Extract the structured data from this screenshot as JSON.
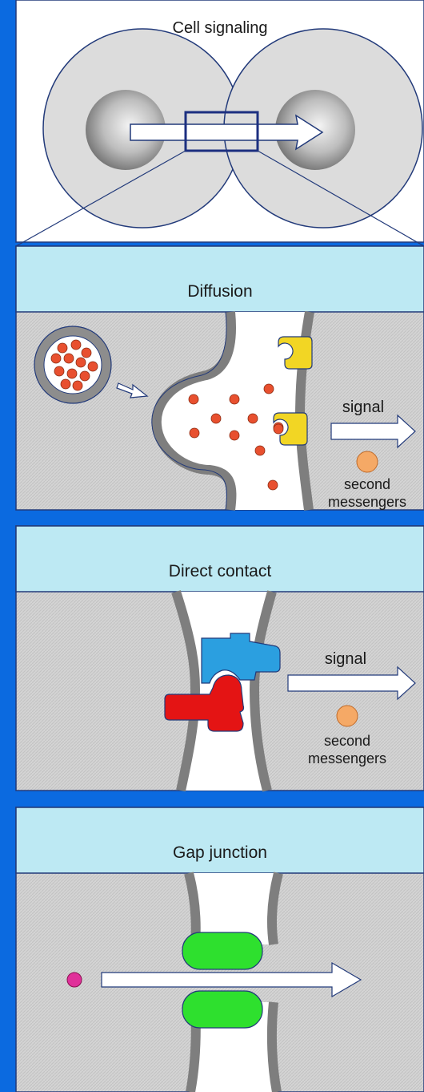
{
  "colors": {
    "page_background": "#0b6ae0",
    "panel_fill": "#d6d6d6",
    "header_band": "#bde9f3",
    "outline": "#223a7a",
    "membrane": "#8c8c8c",
    "vesicle_dot": "#e8502f",
    "receptor_yellow": "#f2d624",
    "signal_molecule": "#f5a966",
    "blue_receptor": "#2b9fe0",
    "red_ligand": "#e41414",
    "gap_connexon": "#2ee02e",
    "ion": "#e0309a"
  },
  "icons": {
    "signal_arrow": "hollow-right-arrow-icon",
    "release_arrow": "small-hollow-arrow-icon"
  },
  "panels": {
    "overview": {
      "title": "Cell signaling"
    },
    "diffusion": {
      "title": "Diffusion",
      "signal_label": "signal",
      "messenger_line1": "second",
      "messenger_line2": "messengers"
    },
    "direct": {
      "title": "Direct contact",
      "signal_label": "signal",
      "messenger_line1": "second",
      "messenger_line2": "messengers"
    },
    "gap": {
      "title": "Gap junction"
    }
  }
}
